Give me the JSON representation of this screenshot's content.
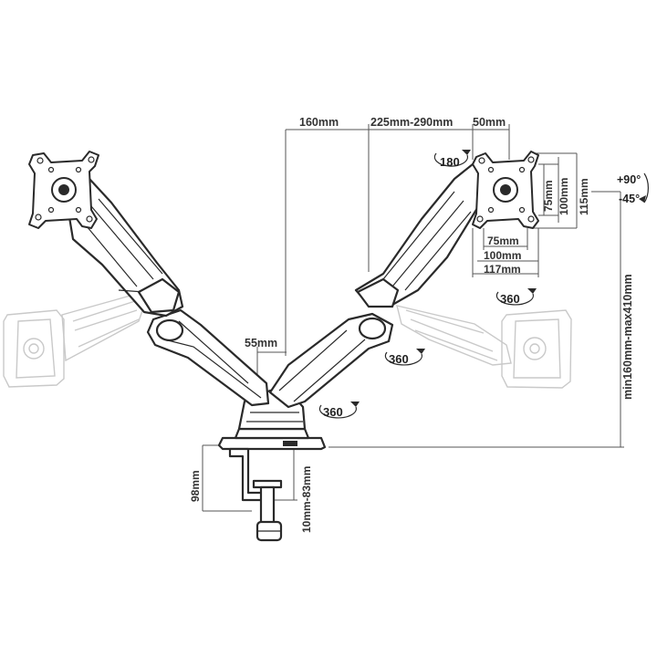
{
  "dimensions": {
    "d160": "160mm",
    "d225_290": "225mm-290mm",
    "d50": "50mm",
    "d55": "55mm",
    "d75w": "75mm",
    "d100w": "100mm",
    "d117w": "117mm",
    "d75h": "75mm",
    "d100h": "100mm",
    "d115h": "115mm",
    "height_range": "min160mm-max410mm",
    "clamp_98": "98mm",
    "clamp_range": "10mm-83mm"
  },
  "rotations": {
    "r180": "180",
    "r360_monitor": "360",
    "r360_elbow": "360",
    "r360_base": "360"
  },
  "tilt": {
    "up": "+90°",
    "down": "-45°"
  },
  "colors": {
    "line": "#2a2a2a",
    "ghost": "#c9c9c9",
    "dimension": "#555555"
  }
}
